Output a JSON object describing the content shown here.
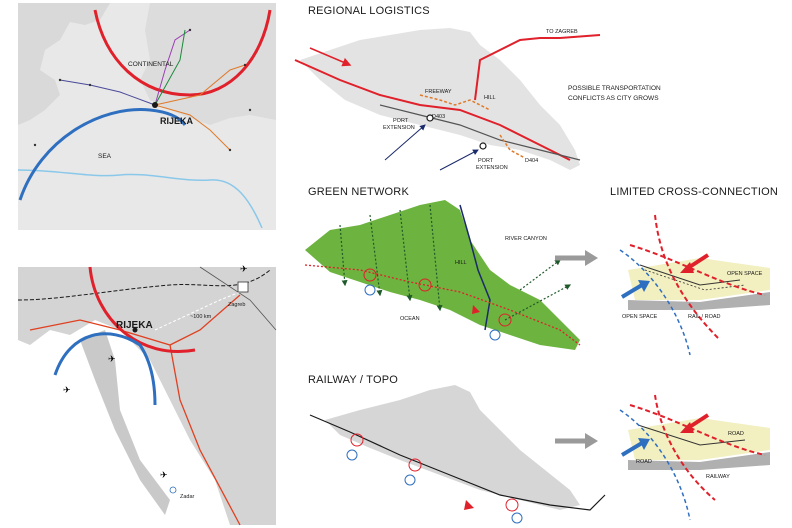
{
  "headings": {
    "regional_logistics": "REGIONAL LOGISTICS",
    "green_network": "GREEN NETWORK",
    "limited_cross_connection": "LIMITED CROSS-CONNECTION",
    "railway_topo": "RAILWAY / TOPO"
  },
  "europe_map": {
    "continental": "CONTINENTAL",
    "rijeka": "RIJEKA",
    "sea": "SEA"
  },
  "regional_map": {
    "rijeka": "RIJEKA",
    "zagreb": "Zagreb",
    "zadar": "Zadar",
    "distance": "~100 km"
  },
  "logistics": {
    "to_zagreb": "TO ZAGREB",
    "freeway": "FREEWAY",
    "d403": "D403",
    "hill": "HILL",
    "conflicts_line1": "POSSIBLE TRANSPORTATION",
    "conflicts_line2": "CONFLICTS AS CITY GROWS",
    "port_extension_a_line1": "PORT",
    "port_extension_a_line2": "EXTENSION",
    "port_extension_b_line1": "PORT",
    "port_extension_b_line2": "EXTENSION",
    "d404": "D404"
  },
  "green": {
    "river_canyon": "RIVER CANYON",
    "hill": "HILL",
    "ocean": "OCEAN"
  },
  "cross_top": {
    "open_space_right": "OPEN SPACE",
    "open_space_left": "OPEN SPACE",
    "rail_road": "RAIL / ROAD"
  },
  "cross_bottom": {
    "road_right": "ROAD",
    "road_left": "ROAD",
    "railway": "RAILWAY"
  },
  "colors": {
    "red_route": "#e0202a",
    "blue_route": "#2f6fc0",
    "orange_route": "#e07a2a",
    "green_hill": "#6db33f",
    "map_gray": "#e6e6e6",
    "dark_green_arrow": "#1f5a2a"
  }
}
